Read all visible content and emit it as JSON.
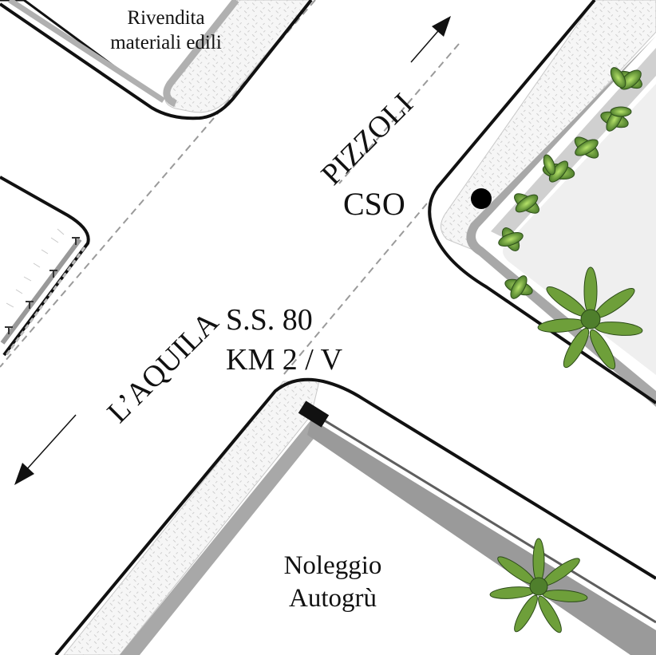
{
  "labels": {
    "top_left_business": [
      "Rivendita",
      "materiali edili"
    ],
    "road_north": "PIZZOLI",
    "road_south": "L’AQUILA",
    "marker_label": "CSO",
    "highway_line1": "S.S. 80",
    "highway_line2": "KM 2 / V",
    "bottom_business": [
      "Noleggio",
      "Autogrù"
    ]
  },
  "colors": {
    "curb": "#000000",
    "sidewalk": "#f4f4f4",
    "sidewalk_edge": "#b8b8b8",
    "wall_gray": "#9a9a9a",
    "centerline": "#9a9a9a",
    "marker": "#000000",
    "vegetation": "#7fae4a"
  },
  "icons": [
    "arrow-northeast-icon",
    "arrow-southwest-icon",
    "location-dot-icon",
    "shrub-icon"
  ]
}
